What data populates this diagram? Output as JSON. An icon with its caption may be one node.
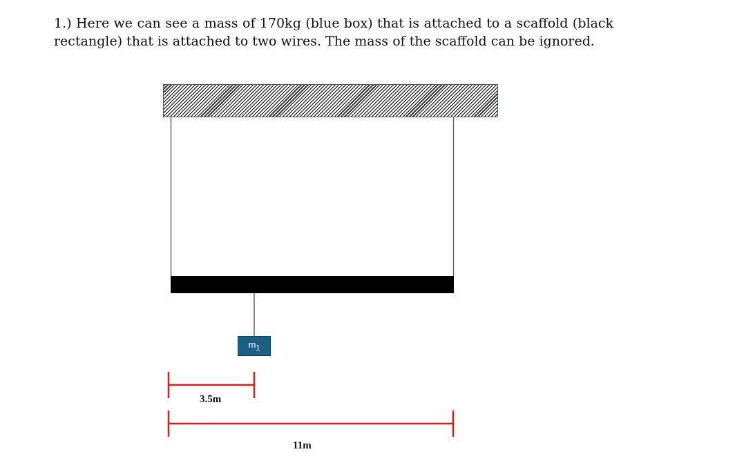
{
  "diagram": {
    "title": "1.) Here we can see a mass of 170kg (blue box) that is attached to a scaffold (black rectangle) that is attached to two wires. The mass of the scaffold can be ignored.",
    "nodes": [
      {
        "text": [],
        "shape": "box"
      },
      {
        "text": [],
        "shape": "bar"
      },
      {
        "text": [
          "m$_{1}$"
        ]
      }
    ],
    "edges": [
      {
        "from": 0,
        "to": 1,
        "arrow": "none"
      },
      {
        "from": 0,
        "to": 1,
        "arrow": "none"
      },
      {
        "from": 1,
        "to": 2,
        "arrow": "none"
      }
    ],
    "labels": [
      "3.5m",
      "11m"
    ]
  }
}
